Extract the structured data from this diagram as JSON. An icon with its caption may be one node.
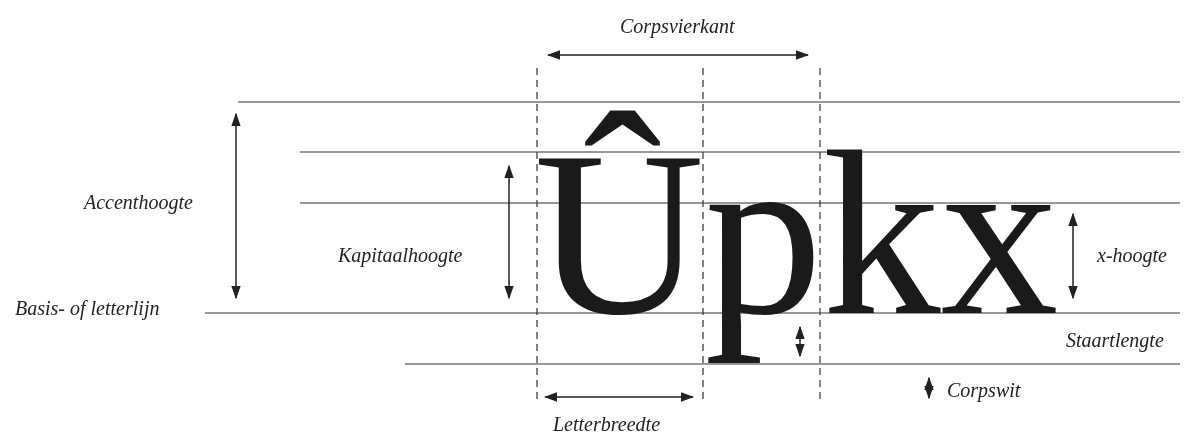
{
  "diagram": {
    "labels": [
      "Corpsvierkant",
      "Accenthoogte",
      "Kapitaalhoogte",
      "Ûpkx",
      "x-hoogte",
      "Basis- of letterlijn",
      "Staartlengte",
      "Corpswit",
      "Letterbreedte"
    ]
  }
}
